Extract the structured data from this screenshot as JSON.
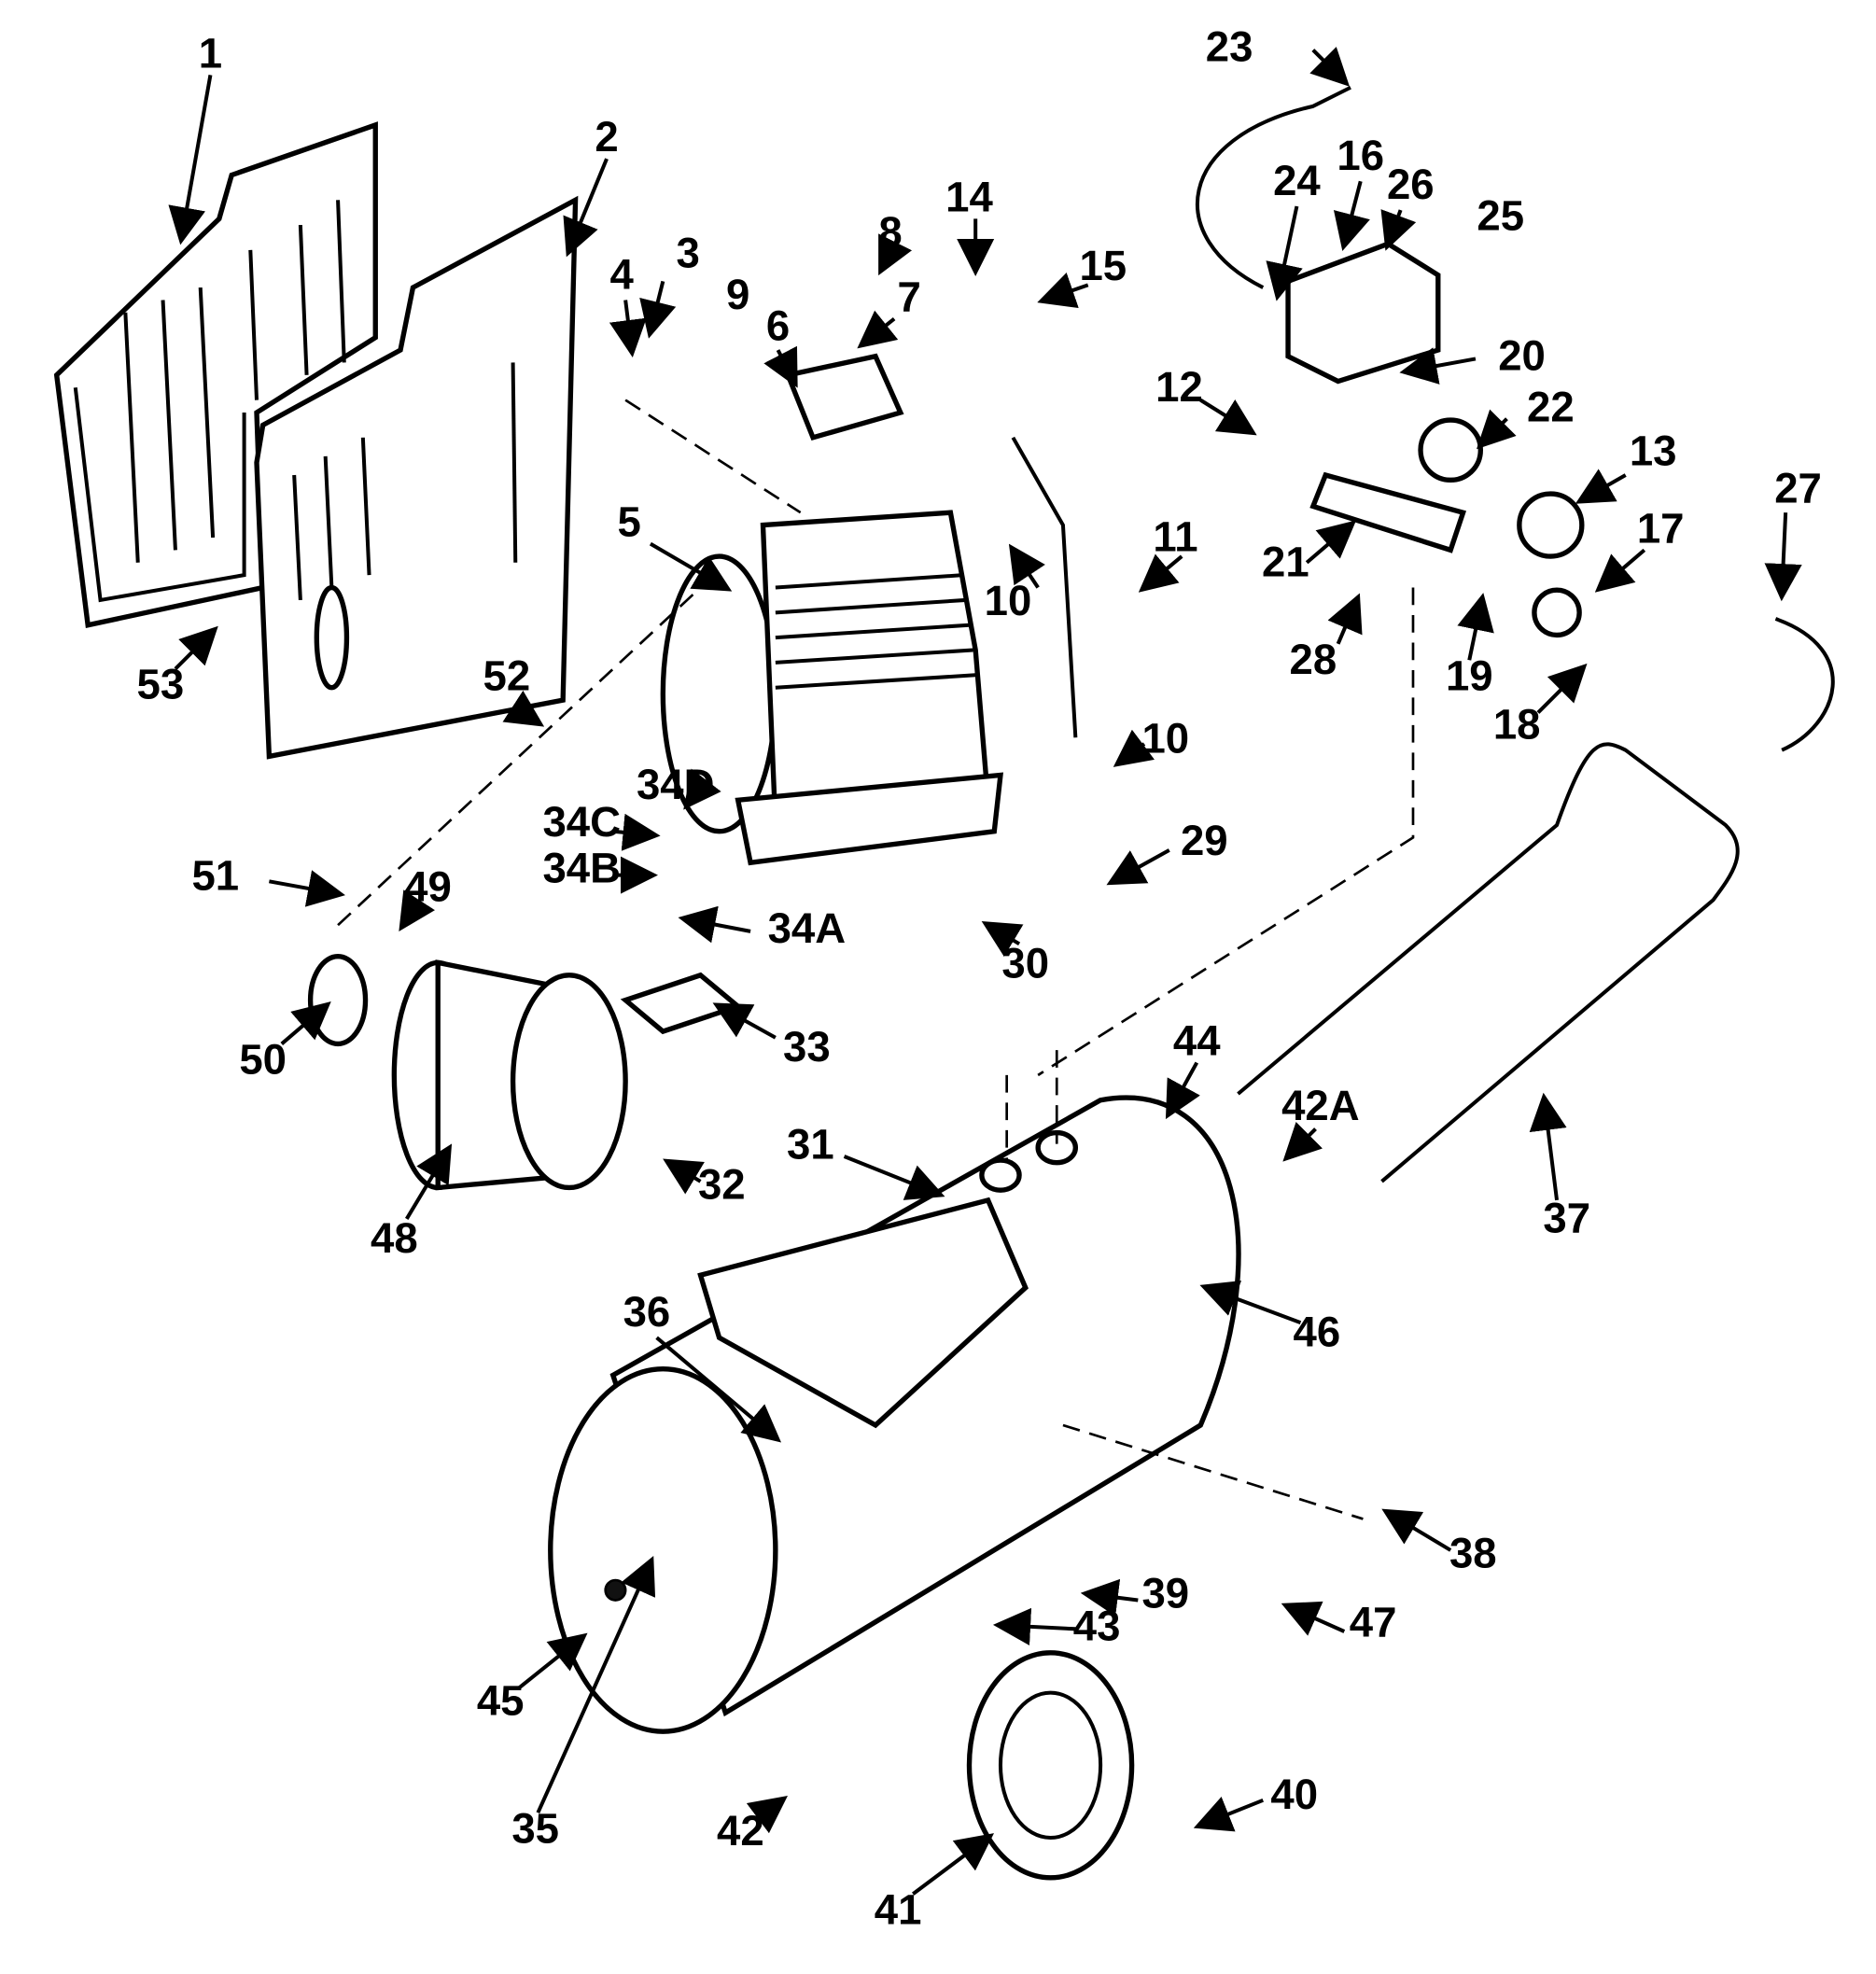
{
  "diagram": {
    "callouts": [
      "1",
      "2",
      "3",
      "4",
      "5",
      "6",
      "7",
      "8",
      "9",
      "10",
      "10",
      "11",
      "12",
      "13",
      "14",
      "15",
      "16",
      "17",
      "18",
      "19",
      "20",
      "21",
      "22",
      "23",
      "24",
      "25",
      "26",
      "27",
      "28",
      "29",
      "30",
      "31",
      "32",
      "33",
      "34A",
      "34B",
      "34C",
      "34D",
      "35",
      "36",
      "37",
      "38",
      "39",
      "40",
      "41",
      "42",
      "42A",
      "43",
      "44",
      "45",
      "46",
      "47",
      "48",
      "49",
      "50",
      "51",
      "52",
      "53"
    ]
  }
}
